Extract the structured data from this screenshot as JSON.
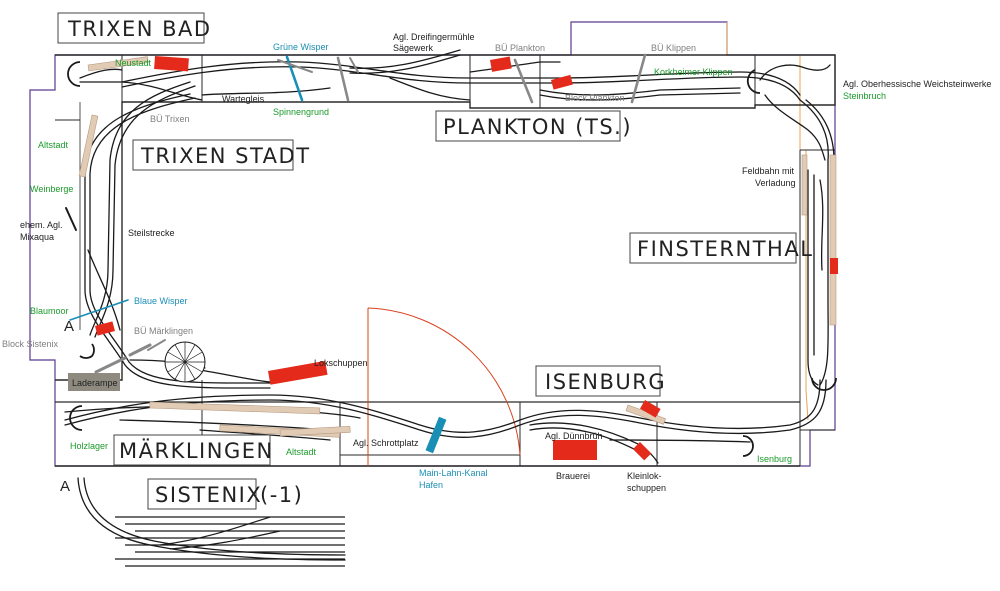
{
  "colors": {
    "track": "#1a1a1a",
    "board_outline": "#2a2a2a",
    "purple": "#5b3a8e",
    "orange": "#e4a35a",
    "red_orange": "#d9421e",
    "building": "#e42a1b",
    "platform": "#e2cbb5",
    "gray_signal": "#888888",
    "green_text": "#1b9b2b",
    "blue_text": "#1a8fb5",
    "gray_text": "#808080",
    "black_text": "#222222",
    "laderampe_bg": "#8f8a80"
  },
  "station_titles": {
    "trixen_bad": "TRIXEN BAD",
    "trixen_stadt": "TRIXEN STADT",
    "plankton": "PLANKTON (TS.)",
    "finsternthal": "FINSTERNTHAL",
    "isenburg": "ISENBURG",
    "maerklingen": "MÄRKLINGEN",
    "sistenix": "SISTENIX",
    "sistenix_level": "(-1)"
  },
  "labels": {
    "neustadt": "Neustadt",
    "gruene_wisper": "Grüne Wisper",
    "agl_dreifingermuehle": "Agl. Dreifingermühle",
    "saegewerk": "Sägewerk",
    "bue_plankton": "BÜ Plankton",
    "bue_klippen": "BÜ Klippen",
    "korkheimer_klippen": "Korkheimer Klippen",
    "block_plankton": "Block Plankton",
    "wartegleis": "Wartegleis",
    "spinnengrund": "Spinnengrund",
    "bue_trixen": "BÜ Trixen",
    "agl_oberhessische": "Agl. Oberhessische Weichsteinwerke",
    "steinbruch": "Steinbruch",
    "altstadt_top": "Altstadt",
    "weinberge": "Weinberge",
    "ehem_agl": "ehem. Agl.",
    "mixaqua": "Mixaqua",
    "steilstrecke": "Steilstrecke",
    "feldbahn_mit": "Feldbahn mit",
    "verladung": "Verladung",
    "blaumoor": "Blaumoor",
    "blaue_wisper": "Blaue Wisper",
    "bue_maerklingen": "BÜ Märklingen",
    "block_sistenix": "Block Sistenix",
    "portal_a_upper": "A",
    "portal_a_lower": "A",
    "laderampe": "Laderampe",
    "lokschuppen": "Lokschuppen",
    "holzlager": "Holzlager",
    "altstadt_bottom": "Altstadt",
    "agl_schrottplatz": "Agl. Schrottplatz",
    "main_lahn_kanal": "Main-Lahn-Kanal",
    "hafen": "Hafen",
    "agl_duennbruehl": "Agl. Dünnbrüh",
    "brauerei": "Brauerei",
    "kleinlok": "Kleinlok-",
    "schuppen": "schuppen",
    "isenburg_small": "Isenburg"
  }
}
